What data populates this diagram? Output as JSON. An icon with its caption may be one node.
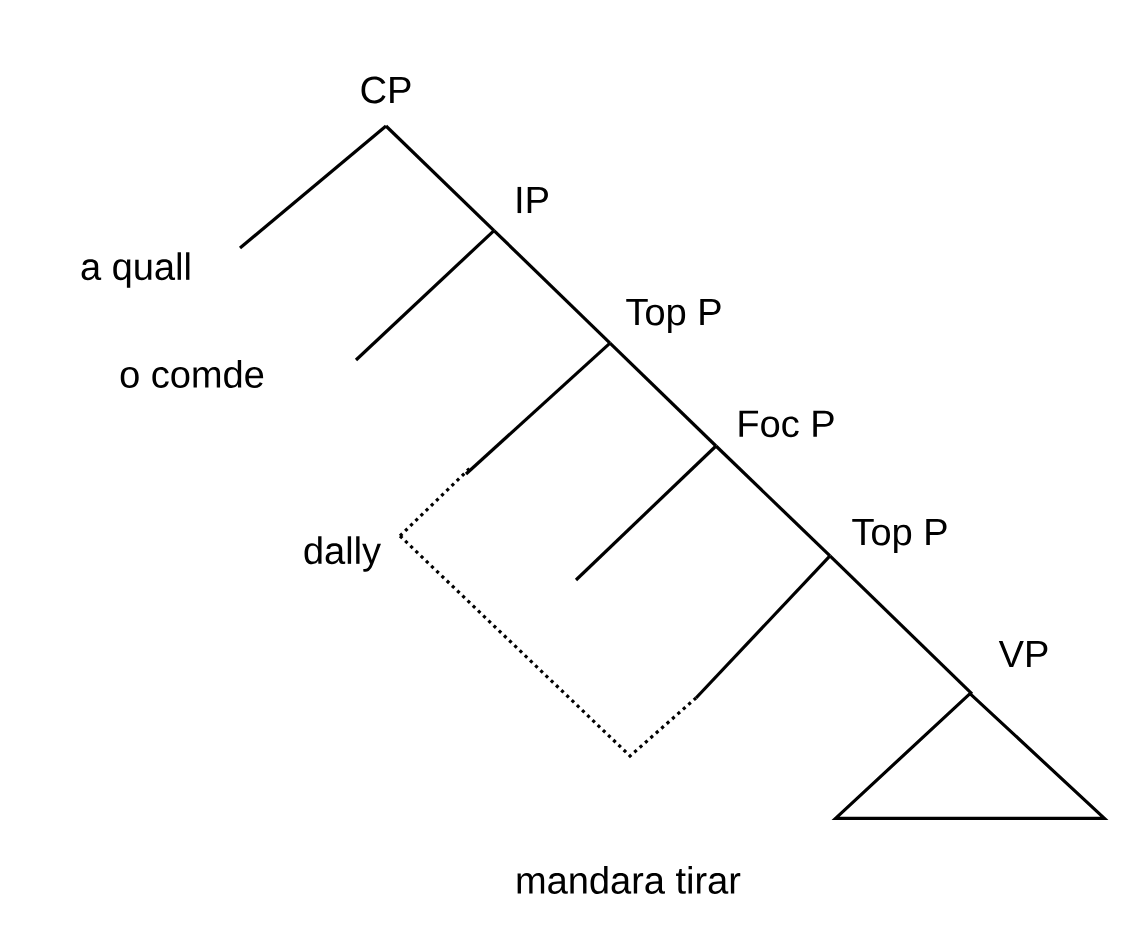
{
  "diagram": {
    "nodes": [
      {
        "text": [
          "CP"
        ]
      },
      {
        "text": [
          "a quall"
        ]
      },
      {
        "text": [
          "IP"
        ]
      },
      {
        "text": [
          "o comde"
        ]
      },
      {
        "text": [
          "Top P"
        ]
      },
      {
        "text": [
          "dally"
        ]
      },
      {
        "text": [
          "Foc P"
        ]
      },
      {
        "text": [
          "Top P"
        ]
      },
      {
        "text": [
          "VP"
        ]
      },
      {
        "text": [],
        "shape": "triangle",
        "beside": [
          "mandara tirar"
        ]
      }
    ],
    "edges": [
      {
        "from": 0,
        "to": 1,
        "arrow": "none"
      },
      {
        "from": 0,
        "to": 2,
        "arrow": "none"
      },
      {
        "from": 2,
        "to": 3,
        "arrow": "none"
      },
      {
        "from": 2,
        "to": 4,
        "arrow": "none"
      },
      {
        "from": 4,
        "to": null,
        "arrow": "none"
      },
      {
        "from": 4,
        "to": 6,
        "arrow": "none"
      },
      {
        "from": 6,
        "to": null,
        "arrow": "none"
      },
      {
        "from": 6,
        "to": 7,
        "arrow": "none"
      },
      {
        "from": 7,
        "to": null,
        "arrow": "none"
      },
      {
        "from": 7,
        "to": 8,
        "arrow": "none"
      },
      {
        "from": 5,
        "to": null,
        "arrow": "none",
        "style": "dashed"
      },
      {
        "from": 5,
        "to": null,
        "arrow": "none",
        "style": "dashed"
      }
    ]
  }
}
